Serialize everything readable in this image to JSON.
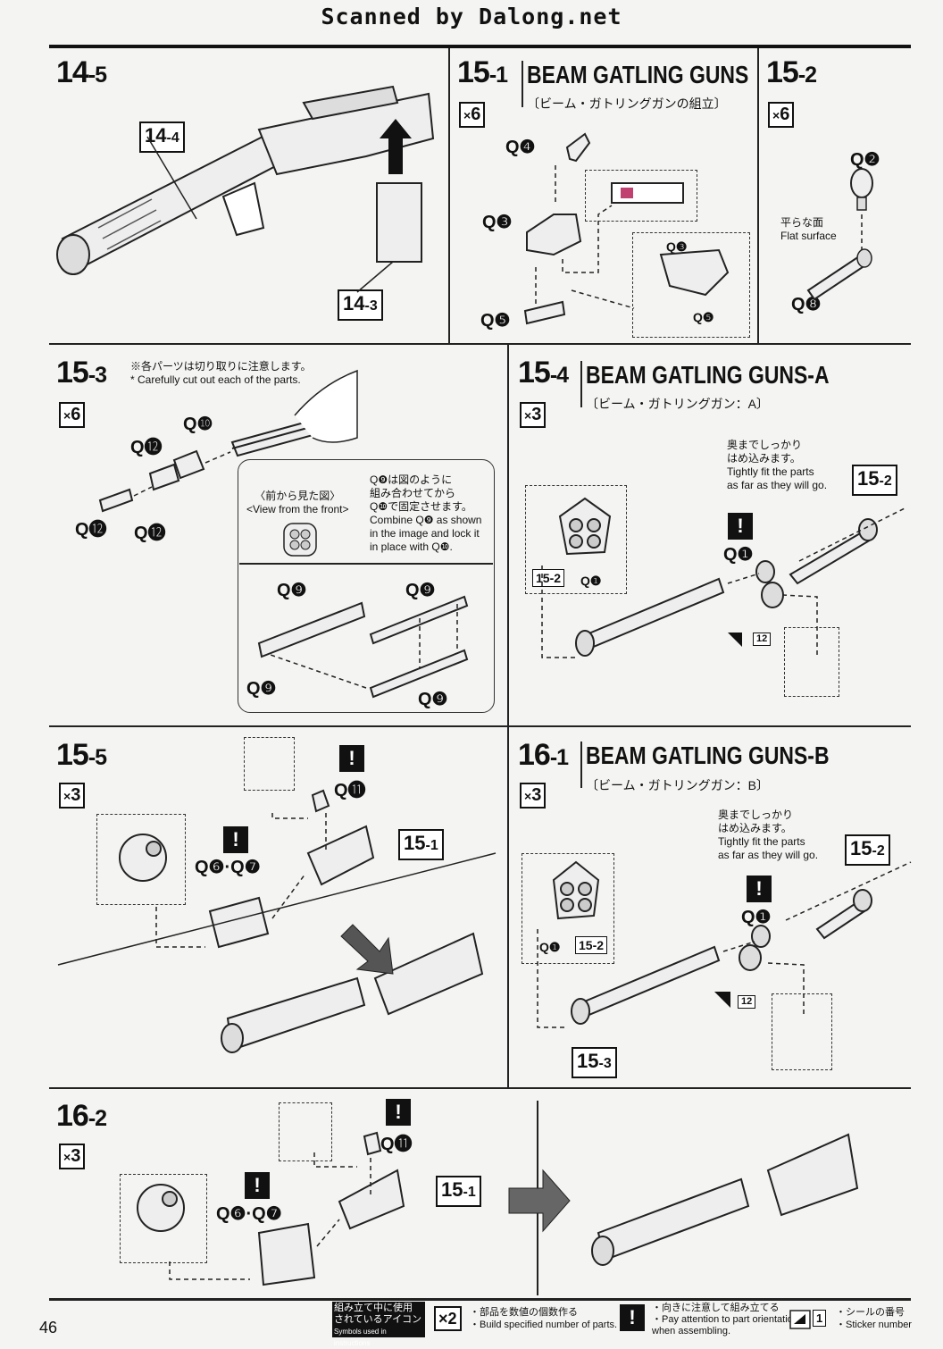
{
  "watermark": "Scanned by Dalong.net",
  "page_number": "46",
  "steps": {
    "s14_5": {
      "main": "14",
      "sub": "-5",
      "parts": {
        "a": "14",
        "a_sub": "-4",
        "b": "14",
        "b_sub": "-3"
      }
    },
    "s15_1": {
      "main": "15",
      "sub": "-1",
      "title": "BEAM GATLING GUNS",
      "jp": "〔ビーム・ガトリングガンの組立〕",
      "mult": "6",
      "parts": {
        "q4": "Q❹",
        "q3": "Q❸",
        "q5": "Q❺",
        "q3b": "Q❸",
        "q5b": "Q❺"
      }
    },
    "s15_2": {
      "main": "15",
      "sub": "-2",
      "mult": "6",
      "parts": {
        "q2": "Q❷",
        "q8": "Q❽"
      },
      "note_jp": "平らな面",
      "note_en": "Flat surface"
    },
    "s15_3": {
      "main": "15",
      "sub": "-3",
      "mult": "6",
      "caution_jp": "※各パーツは切り取りに注意します。",
      "caution_en": "* Carefully cut out each of the parts.",
      "parts": {
        "q10": "Q❿",
        "q12a": "Q⓬",
        "q12b": "Q⓬",
        "q12c": "Q⓬",
        "q9a": "Q❾",
        "q9b": "Q❾",
        "q9c": "Q❾",
        "q9d": "Q❾"
      },
      "front_jp": "〈前から見た図〉",
      "front_en": "<View from the front>",
      "combine_jp1": "Q❾は図のように",
      "combine_jp2": "組み合わせてから",
      "combine_jp3": "Q❿で固定させます。",
      "combine_en1": "Combine Q❾ as shown",
      "combine_en2": "in the image and lock it",
      "combine_en3": "in place with Q❿."
    },
    "s15_4": {
      "main": "15",
      "sub": "-4",
      "title": "BEAM GATLING GUNS-A",
      "jp": "〔ビーム・ガトリングガン：A〕",
      "mult": "3",
      "tight_jp1": "奥までしっかり",
      "tight_jp2": "はめ込みます。",
      "tight_en1": "Tightly fit the parts",
      "tight_en2": "as far as they will go.",
      "ref": "15",
      "ref_sub": "-2",
      "small_ref": "15-2",
      "q1a": "Q❶",
      "q1b": "Q❶",
      "sticker": "12"
    },
    "s15_5": {
      "main": "15",
      "sub": "-5",
      "mult": "3",
      "q11": "Q⓫",
      "q67": "Q❻·Q❼",
      "ref": "15",
      "ref_sub": "-1"
    },
    "s16_1": {
      "main": "16",
      "sub": "-1",
      "title": "BEAM GATLING GUNS-B",
      "jp": "〔ビーム・ガトリングガン：B〕",
      "mult": "3",
      "tight_jp1": "奥までしっかり",
      "tight_jp2": "はめ込みます。",
      "tight_en1": "Tightly fit the parts",
      "tight_en2": "as far as they will go.",
      "ref": "15",
      "ref_sub": "-2",
      "small_ref": "15-2",
      "ref3": "15",
      "ref3_sub": "-3",
      "q1a": "Q❶",
      "q1b": "Q❶",
      "sticker": "12"
    },
    "s16_2": {
      "main": "16",
      "sub": "-2",
      "mult": "3",
      "q11": "Q⓫",
      "q67": "Q❻·Q❼",
      "ref": "15",
      "ref_sub": "-1"
    }
  },
  "footer": {
    "icons_jp1": "組み立て中に使用",
    "icons_jp2": "されているアイコン",
    "icons_en": "Symbols used in instructions",
    "x2": "×2",
    "x2_jp": "・部品を数値の個数作る",
    "x2_en": "・Build specified number of parts.",
    "orient_jp": "・向きに注意して組み立てる",
    "orient_en1": "・Pay attention to part orientation",
    "orient_en2": "when assembling.",
    "sticker_num": "1",
    "sticker_jp": "・シールの番号",
    "sticker_en": "・Sticker number"
  }
}
